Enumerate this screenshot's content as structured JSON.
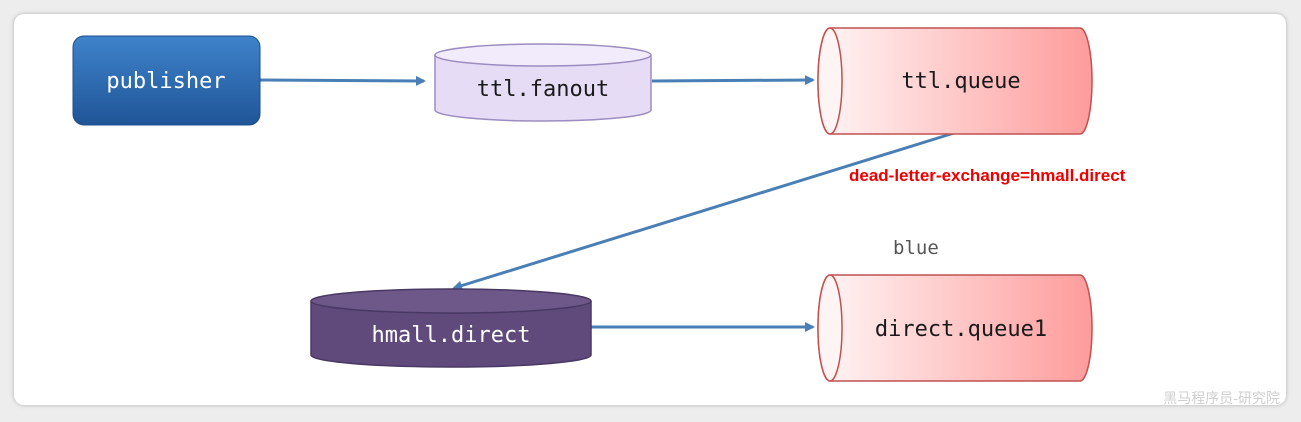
{
  "nodes": {
    "publisher": {
      "label": "publisher"
    },
    "ttl_fanout": {
      "label": "ttl.fanout"
    },
    "ttl_queue": {
      "label": "ttl.queue"
    },
    "hmall_direct": {
      "label": "hmall.direct"
    },
    "direct_queue1": {
      "label": "direct.queue1"
    }
  },
  "annotations": {
    "dead_letter": "dead-letter-exchange=hmall.direct",
    "routing_key": "blue"
  },
  "watermark": "黑马程序员-研究院",
  "colors": {
    "publisher_top": "#3d80c8",
    "publisher_bottom": "#21579a",
    "fanout_fill": "#e6dcf6",
    "fanout_stroke": "#9d8cc0",
    "queue_light": "#fff4f4",
    "queue_dark": "#ff9d9d",
    "queue_stroke": "#c25050",
    "direct_fill": "#5f4a7b",
    "arrow": "#4a7fb6",
    "dead_letter_text": "#ee0000"
  }
}
